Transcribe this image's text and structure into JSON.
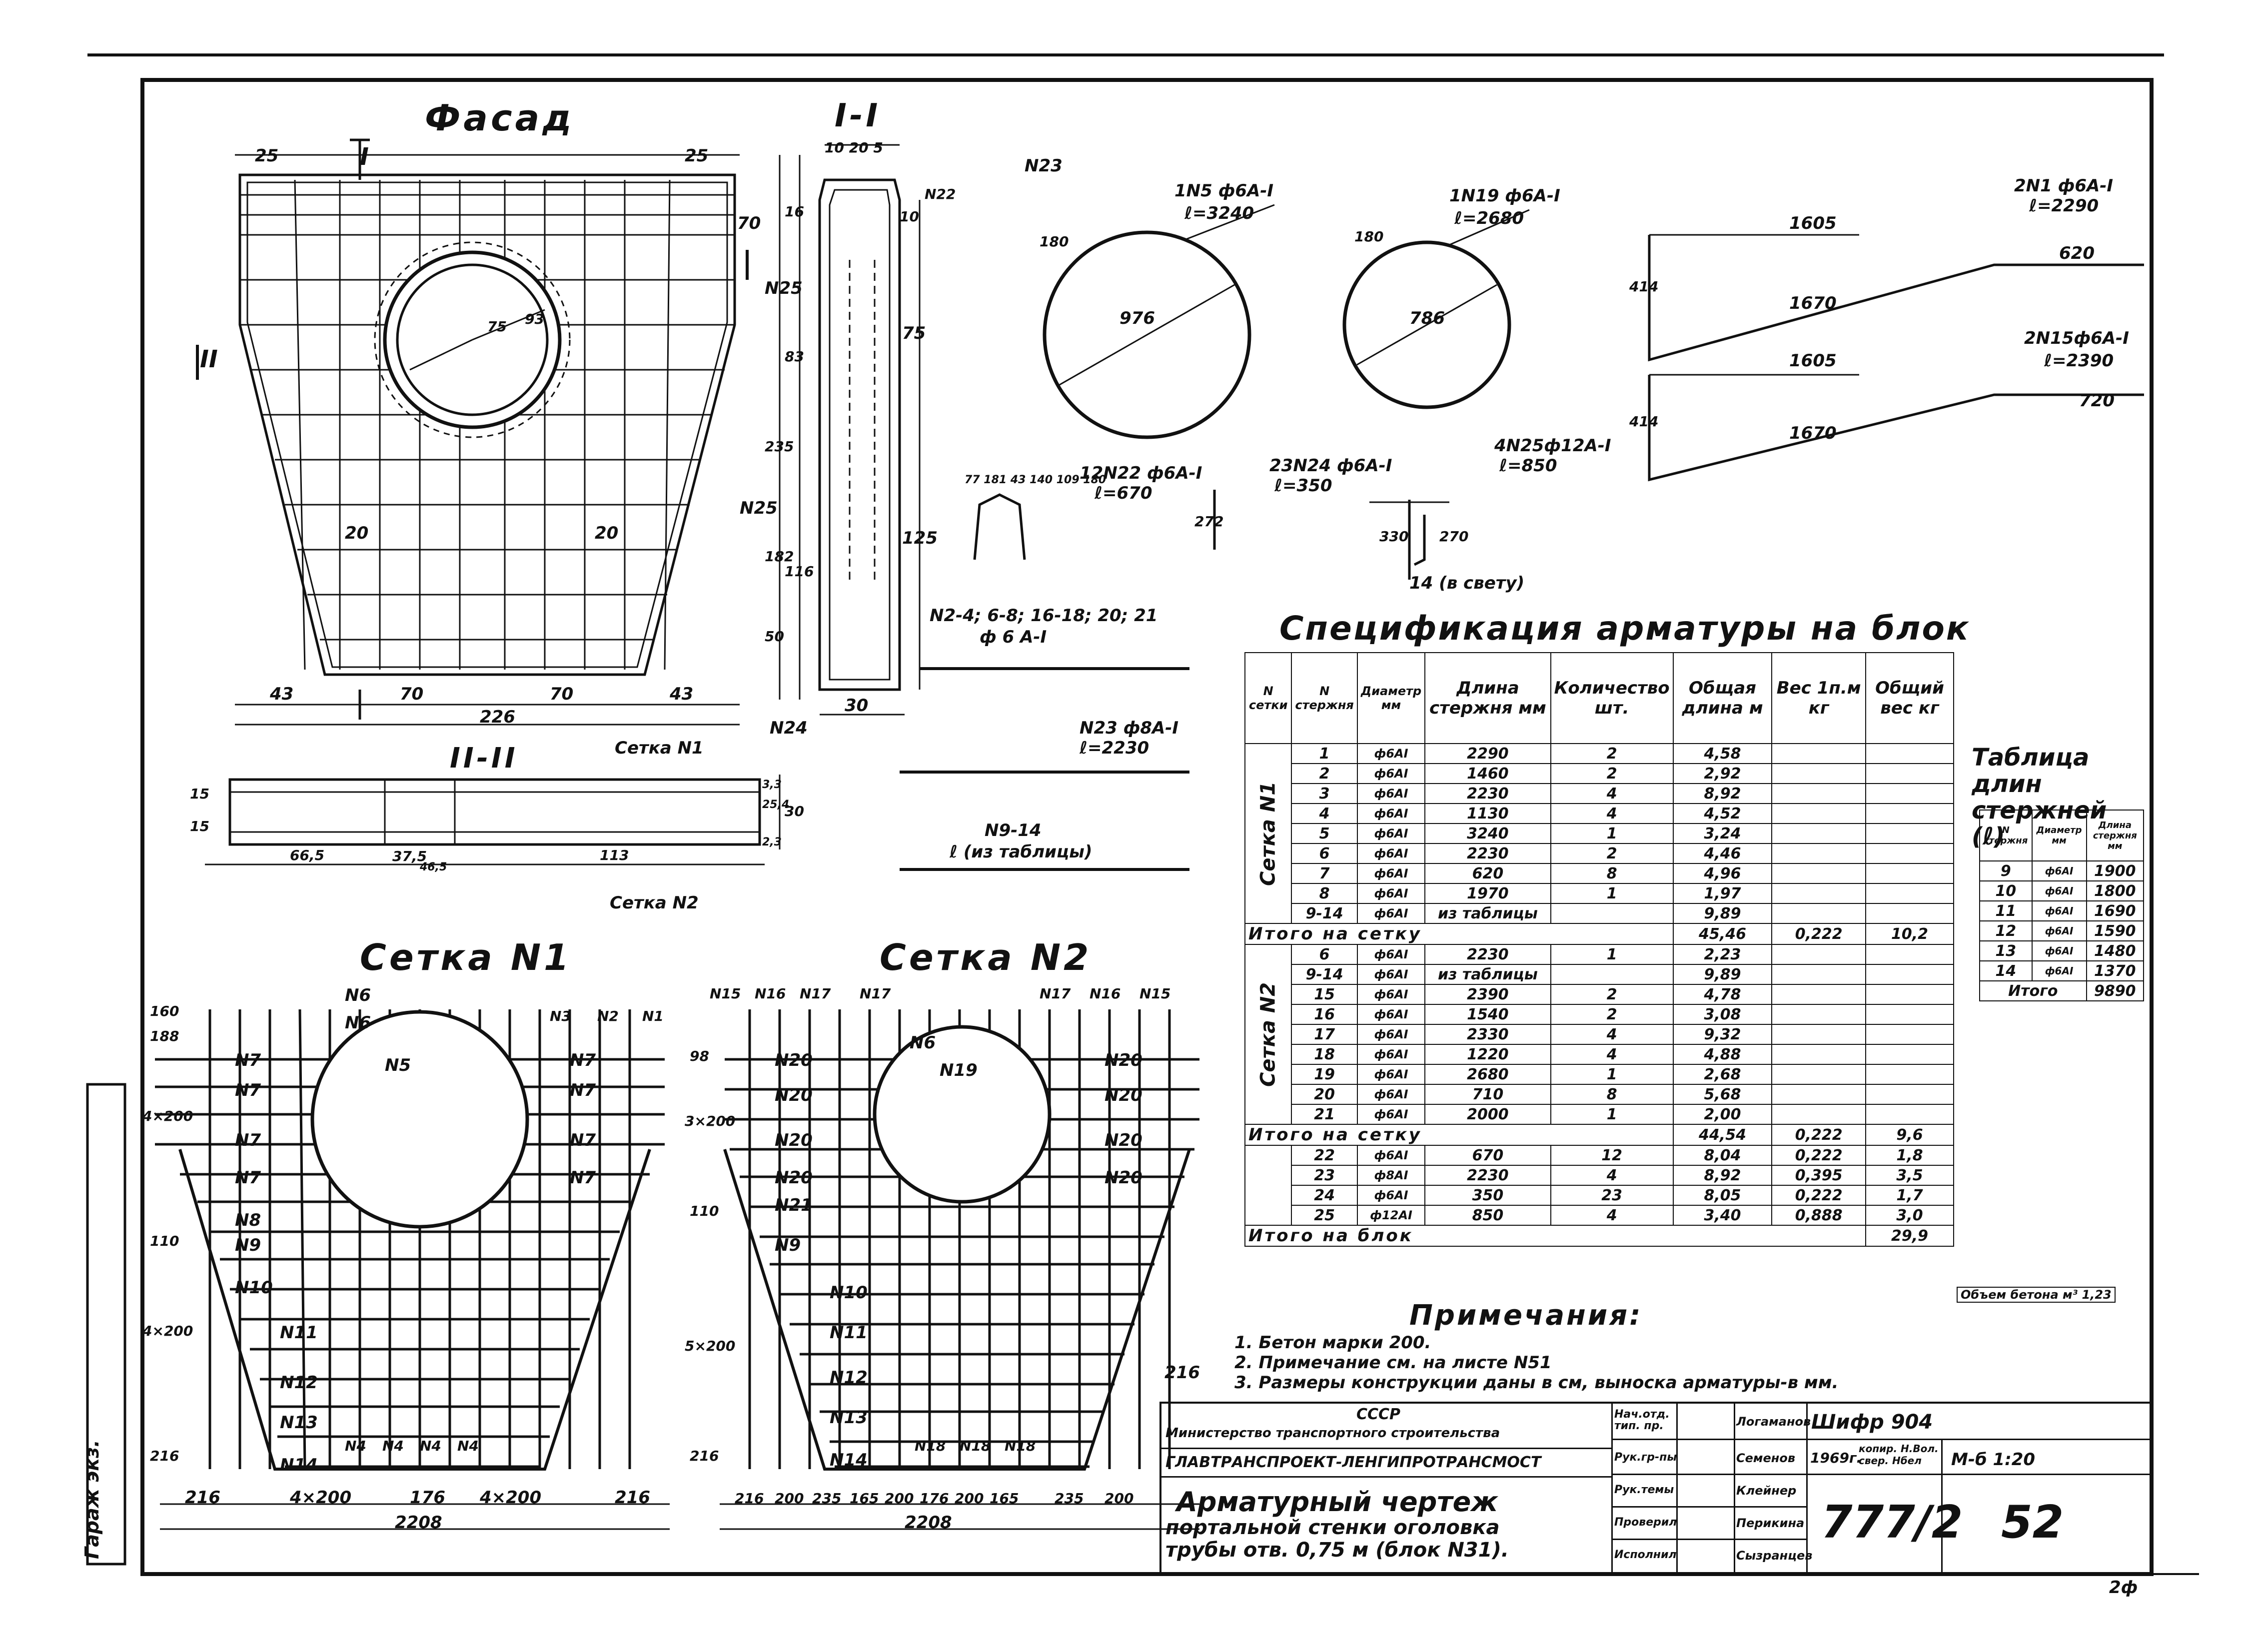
{
  "views": {
    "facade": "Фасад",
    "section_1": "I-I",
    "section_2": "II-II",
    "mesh_1": "Сетка N1",
    "mesh_2": "Сетка N2",
    "mark_1": "I",
    "mark_2": "II"
  },
  "facade_dims": {
    "top_left": "25",
    "top_right": "25",
    "bottom_1": "43",
    "bottom_2": "70",
    "bottom_3": "70",
    "bottom_4": "43",
    "total": "226",
    "d_20_left": "20",
    "d_20_right": "20",
    "r1": "75",
    "r2": "93",
    "h_70": "70",
    "h_75": "75",
    "h_125": "125"
  },
  "section1_dims": {
    "top": "10 20 5",
    "v_10": "10",
    "v_16": "16",
    "v_83": "83",
    "v_235": "235",
    "v_182": "182",
    "v_116": "116",
    "v_50": "50",
    "bottom": "30"
  },
  "section2_dims": {
    "left": "66,5",
    "mid1": "37,5",
    "mid2": "46,5",
    "right": "113",
    "h_15a": "15",
    "h_15b": "15",
    "r_30": "30",
    "r_25": "25,4",
    "r_33": "3,3",
    "r_23": "2,3"
  },
  "rebar_labels": {
    "n23": "N23",
    "n22": "N22",
    "n25": "N25",
    "n24": "N24",
    "mesh1_ref": "Сетка N1",
    "mesh2_ref": "Сетка N2",
    "ring1": "1N5 ф6А-I",
    "ring1_len": "ℓ=3240",
    "ring1_d": "976",
    "ring1_lap": "180",
    "ring2": "1N19 ф6А-I",
    "ring2_len": "ℓ=2680",
    "ring2_d": "786",
    "ring2_lap": "180",
    "bar_n1": "2N1 ф6А-I",
    "bar_n1_len": "ℓ=2290",
    "bar_n1_a": "1605",
    "bar_n1_b": "1670",
    "bar_n1_c": "620",
    "bar_n1_h": "414",
    "bar_n15": "2N15ф6А-I",
    "bar_n15_len": "ℓ=2390",
    "bar_n15_a": "1605",
    "bar_n15_b": "1670",
    "bar_n15_c": "720",
    "bar_n15_h": "414",
    "bar_n22": "12N22 ф6А-I",
    "bar_n22_len": "ℓ=670",
    "bar_n22_dims": "77 181 43 140 109 180",
    "bar_n24": "23N24 ф6А-I",
    "bar_n24_len": "ℓ=350",
    "bar_n24_h": "272",
    "bar_n25": "4N25ф12А-I",
    "bar_n25_len": "ℓ=850",
    "bar_n25_h": "330",
    "bar_n25_b": "270",
    "bar_n25_gap": "14 (в свету)",
    "straight_1": "N2-4; 6-8; 16-18; 20; 21",
    "straight_1b": "ф 6 А-I",
    "straight_2": "N23 ф8А-I",
    "straight_2b": "ℓ=2230",
    "straight_3": "N9-14",
    "straight_3b": "ℓ (из таблицы)"
  },
  "mesh1": {
    "labels": [
      "N6",
      "N6",
      "N5",
      "N7",
      "N7",
      "N7",
      "N7",
      "N8",
      "N9",
      "N10",
      "N11",
      "N12",
      "N13",
      "N14",
      "N4",
      "N4",
      "N4",
      "N4",
      "N1",
      "N2",
      "N3"
    ],
    "right_labels": [
      "N7",
      "N7",
      "N7",
      "N7"
    ],
    "left_dims": [
      "160",
      "188",
      "4×200",
      "110",
      "4×200",
      "216"
    ],
    "bottom_dims": [
      "216",
      "4×200",
      "176",
      "4×200",
      "216"
    ],
    "total": "2208",
    "right_216": "216"
  },
  "mesh2": {
    "top_labels": [
      "N15",
      "N16",
      "N17",
      "N17",
      "N17",
      "N16",
      "N15"
    ],
    "labels": [
      "N6",
      "N19",
      "N20",
      "N20",
      "N20",
      "N20",
      "N21",
      "N9",
      "N10",
      "N11",
      "N12",
      "N13",
      "N14",
      "N18",
      "N18",
      "N18"
    ],
    "right_labels": [
      "N20",
      "N20",
      "N20",
      "N20"
    ],
    "left_dims": [
      "98",
      "3×200",
      "110",
      "5×200",
      "216"
    ],
    "bottom_dims": [
      "216",
      "200",
      "235",
      "165",
      "200",
      "176",
      "200",
      "165",
      "235",
      "200"
    ],
    "total": "2208"
  },
  "spec": {
    "title": "Спецификация арматуры на блок",
    "headers": [
      "N сетки",
      "N стержня",
      "Диаметр мм",
      "Длина стержня мм",
      "Количество шт.",
      "Общая длина м",
      "Вес 1п.м кг",
      "Общий вес кг"
    ],
    "mesh1_name": "Сетка N1",
    "mesh1_rows": [
      [
        "1",
        "ф6АI",
        "2290",
        "2",
        "4,58"
      ],
      [
        "2",
        "ф6АI",
        "1460",
        "2",
        "2,92"
      ],
      [
        "3",
        "ф6АI",
        "2230",
        "4",
        "8,92"
      ],
      [
        "4",
        "ф6АI",
        "1130",
        "4",
        "4,52"
      ],
      [
        "5",
        "ф6АI",
        "3240",
        "1",
        "3,24"
      ],
      [
        "6",
        "ф6АI",
        "2230",
        "2",
        "4,46"
      ],
      [
        "7",
        "ф6АI",
        "620",
        "8",
        "4,96"
      ],
      [
        "8",
        "ф6АI",
        "1970",
        "1",
        "1,97"
      ],
      [
        "9-14",
        "ф6АI",
        "из таблицы",
        "",
        "9,89"
      ]
    ],
    "mesh1_total": [
      "Итого на сетку",
      "45,46",
      "0,222",
      "10,2"
    ],
    "mesh2_name": "Сетка N2",
    "mesh2_rows": [
      [
        "6",
        "ф6АI",
        "2230",
        "1",
        "2,23"
      ],
      [
        "9-14",
        "ф6АI",
        "из таблицы",
        "",
        "9,89"
      ],
      [
        "15",
        "ф6АI",
        "2390",
        "2",
        "4,78"
      ],
      [
        "16",
        "ф6АI",
        "1540",
        "2",
        "3,08"
      ],
      [
        "17",
        "ф6АI",
        "2330",
        "4",
        "9,32"
      ],
      [
        "18",
        "ф6АI",
        "1220",
        "4",
        "4,88"
      ],
      [
        "19",
        "ф6АI",
        "2680",
        "1",
        "2,68"
      ],
      [
        "20",
        "ф6АI",
        "710",
        "8",
        "5,68"
      ],
      [
        "21",
        "ф6АI",
        "2000",
        "1",
        "2,00"
      ]
    ],
    "mesh2_total": [
      "Итого на сетку",
      "44,54",
      "0,222",
      "9,6"
    ],
    "extra_rows": [
      [
        "22",
        "ф6АI",
        "670",
        "12",
        "8,04",
        "0,222",
        "1,8"
      ],
      [
        "23",
        "ф8АI",
        "2230",
        "4",
        "8,92",
        "0,395",
        "3,5"
      ],
      [
        "24",
        "ф6АI",
        "350",
        "23",
        "8,05",
        "0,222",
        "1,7"
      ],
      [
        "25",
        "ф12АI",
        "850",
        "4",
        "3,40",
        "0,888",
        "3,0"
      ]
    ],
    "block_total": [
      "Итого на блок",
      "29,9"
    ],
    "concrete": "Объем бетона м³ 1,23"
  },
  "lengths_table": {
    "title": "Таблица длин стержней (ℓ)",
    "headers": [
      "N стержня",
      "Диаметр мм",
      "Длина стержня мм"
    ],
    "rows": [
      [
        "9",
        "ф6АI",
        "1900"
      ],
      [
        "10",
        "ф6АI",
        "1800"
      ],
      [
        "11",
        "ф6АI",
        "1690"
      ],
      [
        "12",
        "ф6АI",
        "1590"
      ],
      [
        "13",
        "ф6АI",
        "1480"
      ],
      [
        "14",
        "ф6АI",
        "1370"
      ]
    ],
    "total_label": "Итого",
    "total_value": "9890"
  },
  "notes": {
    "title": "Примечания:",
    "items": [
      "1. Бетон марки 200.",
      "2. Примечание см. на листе N51",
      "3. Размеры конструкции даны в см, выноска арматуры-в мм."
    ]
  },
  "stamp": {
    "country": "СССР",
    "ministry": "Министерство транспортного строительства",
    "org": "ГЛАВТРАНСПРОЕКТ-ЛЕНГИПРОТРАНСМОСТ",
    "title_1": "Арматурный чертеж",
    "title_2": "портальной стенки оголовка",
    "title_3": "трубы отв. 0,75 м (блок N31).",
    "roles": [
      "Нач.отд. тип. пр.",
      "Рук.гр-пы",
      "Рук.темы",
      "Проверил",
      "Исполнил"
    ],
    "names": [
      "Логаманов",
      "Семенов",
      "Клейнер",
      "Перикина",
      "Сызранцев"
    ],
    "cipher": "Шифр 904",
    "year": "1969г.",
    "checked": "копир. Н.Вол. свер. Нбел",
    "scale": "М-б 1:20",
    "number": "777/2",
    "sheet": "52"
  },
  "margin": {
    "stamp_left": "Гараж экз.",
    "corner": "2ф"
  }
}
